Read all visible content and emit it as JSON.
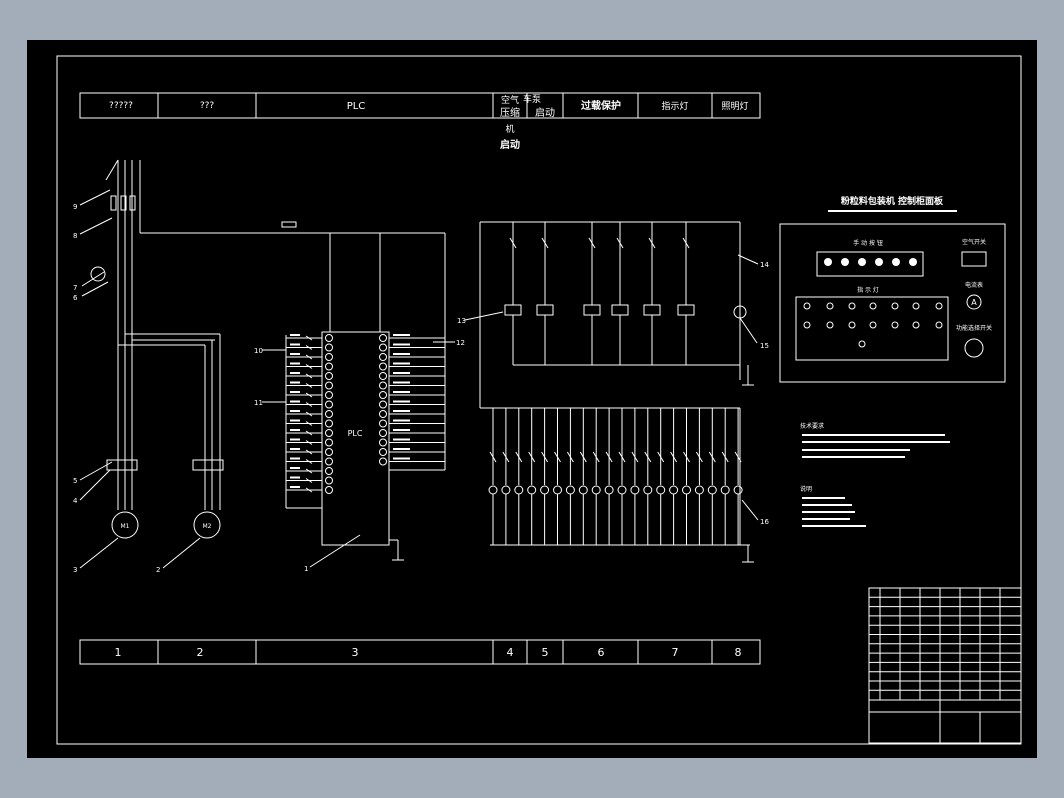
{
  "header": {
    "cells": [
      "?????",
      "???",
      "PLC",
      "空气压缩机启动",
      "车泵启动",
      "过载保护",
      "指示灯",
      "照明灯"
    ]
  },
  "header_cells_raw": {
    "air_compressor_top": "空气",
    "air_compressor_mid": "压缩",
    "air_compressor_bot": "机",
    "air_compressor_start": "启动",
    "pump_top": "车泵",
    "pump_start": "启动",
    "overload": "过载保护",
    "indicator": "指示灯",
    "lighting": "照明灯"
  },
  "footer": {
    "cells": [
      "1",
      "2",
      "3",
      "4",
      "5",
      "6",
      "7",
      "8"
    ]
  },
  "panel": {
    "title": "粉粒料包装机 控制柜面板",
    "manual_label": "手 动 按 钮",
    "indicator_label": "指 示 灯",
    "air_switch_label": "空气开关",
    "ammeter_label": "电流表",
    "ammeter_symbol": "A",
    "selector_label": "功能选择开关"
  },
  "callouts": [
    "9",
    "8",
    "7",
    "6",
    "5",
    "4",
    "3",
    "2",
    "1",
    "10",
    "11",
    "12",
    "13",
    "14",
    "15",
    "16"
  ],
  "plc_label": "PLC",
  "motors": [
    "M1",
    "M2"
  ],
  "notes_title_1": "技术要求",
  "notes_title_2": "说明"
}
